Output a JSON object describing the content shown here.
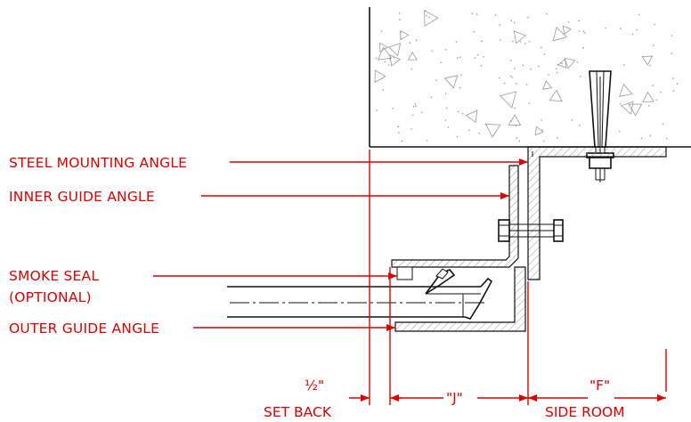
{
  "labels": {
    "steel_mounting_angle": "STEEL MOUNTING ANGLE",
    "inner_guide_angle": "INNER GUIDE ANGLE",
    "smoke_seal_line1": "SMOKE SEAL",
    "smoke_seal_line2": "(OPTIONAL)",
    "outer_guide_angle": "OUTER GUIDE ANGLE"
  },
  "dimensions": {
    "setback_value": "½\"",
    "setback_label": "SET BACK",
    "j_value": "\"J\"",
    "f_value": "\"F\"",
    "side_room_label": "SIDE ROOM"
  },
  "colors": {
    "annotation": "#e00000",
    "linework": "#111111",
    "hatch": "#8a8a8a"
  }
}
